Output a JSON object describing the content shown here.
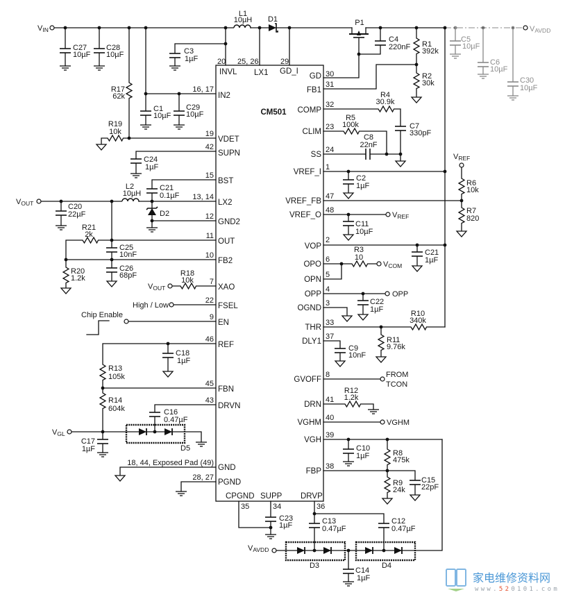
{
  "chip": {
    "name": "CM501",
    "top_pins": [
      {
        "num": "20",
        "name": "INVL"
      },
      {
        "num": "25, 26",
        "name": "LX1"
      },
      {
        "num": "29",
        "name": "GD_I"
      }
    ],
    "left_pins": [
      {
        "num": "16, 17",
        "name": "IN2"
      },
      {
        "num": "19",
        "name": "VDET"
      },
      {
        "num": "42",
        "name": "SUPN"
      },
      {
        "num": "15",
        "name": "BST"
      },
      {
        "num": "13, 14",
        "name": "LX2"
      },
      {
        "num": "12",
        "name": "GND2"
      },
      {
        "num": "11",
        "name": "OUT"
      },
      {
        "num": "10",
        "name": "FB2"
      },
      {
        "num": "7",
        "name": "XAO"
      },
      {
        "num": "22",
        "name": "FSEL"
      },
      {
        "num": "9",
        "name": "EN"
      },
      {
        "num": "46",
        "name": "REF"
      },
      {
        "num": "45",
        "name": "FBN"
      },
      {
        "num": "43",
        "name": "DRVN"
      },
      {
        "num": "18, 44, Exposed Pad (49)",
        "name": "GND"
      },
      {
        "num": "28, 27",
        "name": "PGND"
      }
    ],
    "right_pins": [
      {
        "num": "30",
        "name": "GD"
      },
      {
        "num": "31",
        "name": "FB1"
      },
      {
        "num": "32",
        "name": "COMP"
      },
      {
        "num": "23",
        "name": "CLIM"
      },
      {
        "num": "24",
        "name": "SS"
      },
      {
        "num": "1",
        "name": "VREF_I"
      },
      {
        "num": "47",
        "name": "VREF_FB"
      },
      {
        "num": "48",
        "name": "VREF_O"
      },
      {
        "num": "2",
        "name": "VOP"
      },
      {
        "num": "6",
        "name": "OPO"
      },
      {
        "num": "5",
        "name": "OPN"
      },
      {
        "num": "4",
        "name": "OPP"
      },
      {
        "num": "3",
        "name": "OGND"
      },
      {
        "num": "33",
        "name": "THR"
      },
      {
        "num": "37",
        "name": "DLY1"
      },
      {
        "num": "8",
        "name": "GVOFF"
      },
      {
        "num": "41",
        "name": "DRN"
      },
      {
        "num": "40",
        "name": "VGHM"
      },
      {
        "num": "39",
        "name": "VGH"
      },
      {
        "num": "38",
        "name": "FBP"
      }
    ],
    "bottom_pins": [
      {
        "num": "35",
        "name": "CPGND"
      },
      {
        "num": "34",
        "name": "SUPP"
      },
      {
        "num": "36",
        "name": "DRVP"
      }
    ]
  },
  "components": {
    "L1": {
      "ref": "L1",
      "value": "10µH"
    },
    "D1": {
      "ref": "D1"
    },
    "P1": {
      "ref": "P1"
    },
    "C4": {
      "ref": "C4",
      "value": "220nF"
    },
    "R1": {
      "ref": "R1",
      "value": "392k"
    },
    "R2": {
      "ref": "R2",
      "value": "30k"
    },
    "C5": {
      "ref": "C5",
      "value": "10µF"
    },
    "C6": {
      "ref": "C6",
      "value": "10µF"
    },
    "C30": {
      "ref": "C30",
      "value": "10µF"
    },
    "C27": {
      "ref": "C27",
      "value": "10µF"
    },
    "C28": {
      "ref": "C28",
      "value": "10µF"
    },
    "C3": {
      "ref": "C3",
      "value": "1µF"
    },
    "R17": {
      "ref": "R17",
      "value": "62k"
    },
    "C1": {
      "ref": "C1",
      "value": "10µF"
    },
    "C29": {
      "ref": "C29",
      "value": "10µF"
    },
    "R19": {
      "ref": "R19",
      "value": "10k"
    },
    "C24": {
      "ref": "C24",
      "value": "1µF"
    },
    "L2": {
      "ref": "L2",
      "value": "10µH"
    },
    "C21_bst": {
      "ref": "C21",
      "value": "0.1µF"
    },
    "C20": {
      "ref": "C20",
      "value": "22µF"
    },
    "D2": {
      "ref": "D2"
    },
    "R21": {
      "ref": "R21",
      "value": "2k"
    },
    "C25": {
      "ref": "C25",
      "value": "10nF"
    },
    "C26": {
      "ref": "C26",
      "value": "68pF"
    },
    "R20": {
      "ref": "R20",
      "value": "1.2k"
    },
    "R18": {
      "ref": "R18",
      "value": "10k"
    },
    "C18": {
      "ref": "C18",
      "value": "1µF"
    },
    "R13": {
      "ref": "R13",
      "value": "105k"
    },
    "R14": {
      "ref": "R14",
      "value": "604k"
    },
    "C16": {
      "ref": "C16",
      "value": "0.47µF"
    },
    "C17": {
      "ref": "C17",
      "value": "1µF"
    },
    "D5": {
      "ref": "D5"
    },
    "C23": {
      "ref": "C23",
      "value": "1µF"
    },
    "C13": {
      "ref": "C13",
      "value": "0.47µF"
    },
    "C12": {
      "ref": "C12",
      "value": "0.47µF"
    },
    "C14": {
      "ref": "C14",
      "value": "1µF"
    },
    "D3": {
      "ref": "D3"
    },
    "D4": {
      "ref": "D4"
    },
    "R4": {
      "ref": "R4",
      "value": "30.9k"
    },
    "C7": {
      "ref": "C7",
      "value": "330pF"
    },
    "R5": {
      "ref": "R5",
      "value": "100k"
    },
    "C8": {
      "ref": "C8",
      "value": "22nF"
    },
    "C2": {
      "ref": "C2",
      "value": "1µF"
    },
    "R6": {
      "ref": "R6",
      "value": "10k"
    },
    "R7": {
      "ref": "R7",
      "value": "820"
    },
    "C11": {
      "ref": "C11",
      "value": "10µF"
    },
    "C21_vop": {
      "ref": "C21",
      "value": "1µF"
    },
    "R3": {
      "ref": "R3",
      "value": "10"
    },
    "C22": {
      "ref": "C22",
      "value": "1µF"
    },
    "R10": {
      "ref": "R10",
      "value": "340k"
    },
    "R11": {
      "ref": "R11",
      "value": "9.76k"
    },
    "C9": {
      "ref": "C9",
      "value": "10nF"
    },
    "R12": {
      "ref": "R12",
      "value": "1.2k"
    },
    "C10": {
      "ref": "C10",
      "value": "1µF"
    },
    "R8": {
      "ref": "R8",
      "value": "475k"
    },
    "C15": {
      "ref": "C15",
      "value": "22pF"
    },
    "R9": {
      "ref": "R9",
      "value": "24k"
    }
  },
  "terminals": {
    "vin": {
      "main": "V",
      "sub": "IN"
    },
    "vavdd_top": {
      "main": "V",
      "sub": "AVDD"
    },
    "vout_lx2": {
      "main": "V",
      "sub": "OUT"
    },
    "vout_xao": {
      "main": "V",
      "sub": "OUT"
    },
    "fsel": {
      "label": "High / Low"
    },
    "en": {
      "label": "Chip Enable"
    },
    "vgl": {
      "main": "V",
      "sub": "GL"
    },
    "vavdd_bottom": {
      "main": "V",
      "sub": "AVDD"
    },
    "vref_in": {
      "main": "V",
      "sub": "REF"
    },
    "vref_out": {
      "main": "V",
      "sub": "REF"
    },
    "vcom": {
      "main": "V",
      "sub": "COM"
    },
    "opp": {
      "label": "OPP"
    },
    "gvoff": {
      "line1": "FROM",
      "line2": "TCON"
    },
    "vghm": {
      "label": "VGHM"
    }
  },
  "watermark": {
    "site_name": "家电维修资料网",
    "url_prefix": "www.",
    "url_highlight": "52",
    "url_suffix": "0101.com"
  },
  "colors": {
    "watermark_blue": "#4a97d6",
    "watermark_red": "#e5502f",
    "faint_wire": "#a0a0a0"
  }
}
